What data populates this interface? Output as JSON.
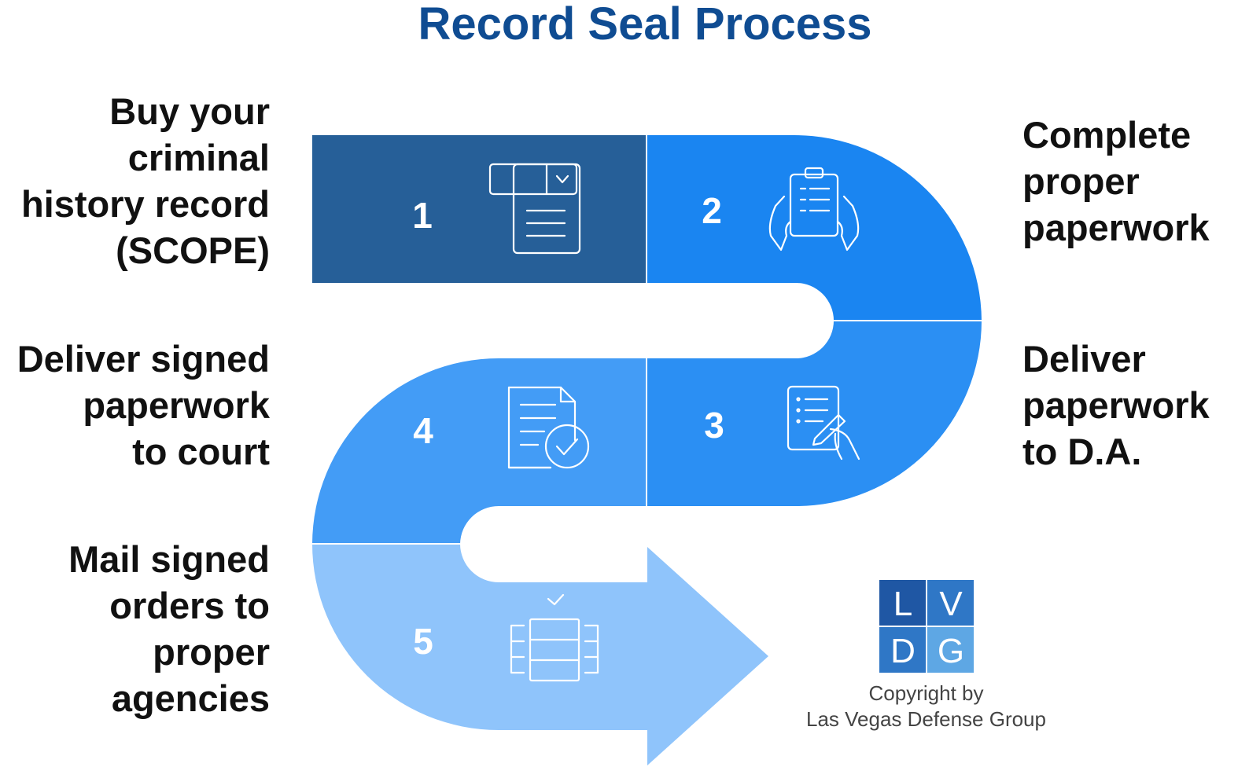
{
  "title": "Record Seal Process",
  "colors": {
    "title": "#0f4c92",
    "step1": "#265f98",
    "step2": "#1a85f1",
    "step3": "#2b8ff3",
    "step4": "#439cf6",
    "step5": "#8fc4fb",
    "logo_dark": "#1f57a4",
    "logo_mid": "#2f77c6",
    "logo_light": "#5ea7e4"
  },
  "steps": [
    {
      "number": "1",
      "label_lines": [
        "Buy your",
        "criminal",
        "history record",
        "(SCOPE)"
      ],
      "icon": "form-dropdown-document-icon"
    },
    {
      "number": "2",
      "label_lines": [
        "Complete",
        "proper",
        "paperwork"
      ],
      "icon": "hands-clipboard-icon"
    },
    {
      "number": "3",
      "label_lines": [
        "Deliver",
        "paperwork",
        "to D.A."
      ],
      "icon": "document-signing-hand-icon"
    },
    {
      "number": "4",
      "label_lines": [
        "Deliver signed",
        "paperwork",
        "to court"
      ],
      "icon": "document-checkmark-icon"
    },
    {
      "number": "5",
      "label_lines": [
        "Mail signed",
        "orders to",
        "proper",
        "agencies"
      ],
      "icon": "filing-cabinet-check-icon"
    }
  ],
  "logo": {
    "letters": [
      "L",
      "V",
      "D",
      "G"
    ]
  },
  "copyright_lines": [
    "Copyright by",
    "Las Vegas Defense Group"
  ]
}
